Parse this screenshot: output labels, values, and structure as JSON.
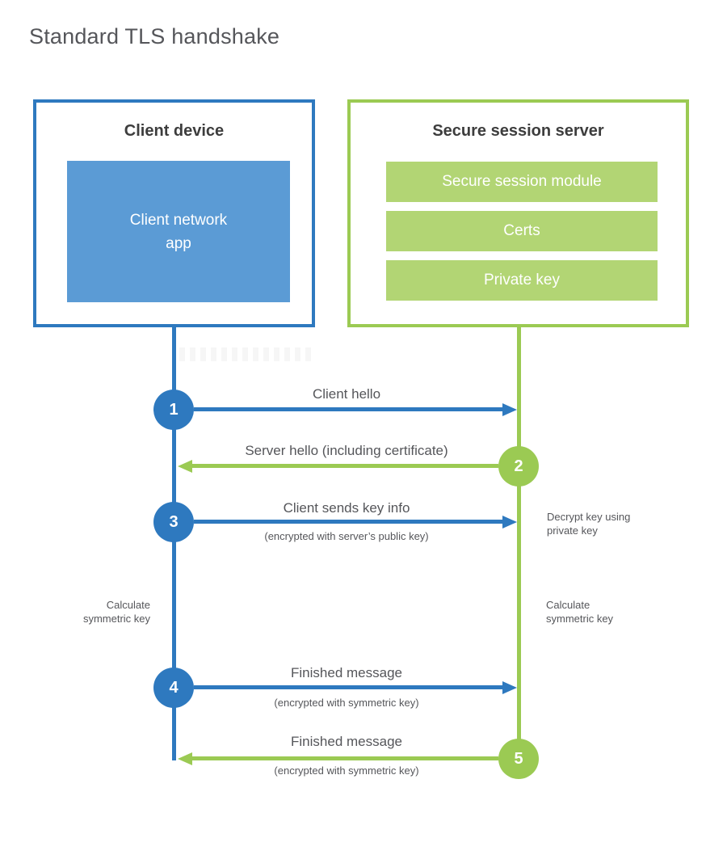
{
  "page": {
    "title": "Standard TLS handshake"
  },
  "colors": {
    "blue_stroke": "#2e79bf",
    "blue_fill": "#5b9bd5",
    "green_stroke": "#9bca53",
    "green_fill": "#b2d574",
    "heading_text": "#3d3d3d",
    "label_text": "#55565a",
    "box_label_text": "#ffffff"
  },
  "client": {
    "title": "Client device",
    "app_label": "Client network\napp"
  },
  "server": {
    "title": "Secure session server",
    "modules": [
      "Secure session module",
      "Certs",
      "Private key"
    ]
  },
  "steps": [
    {
      "number": "1",
      "actor": "client",
      "direction": "right",
      "label": "Client hello",
      "sublabel": ""
    },
    {
      "number": "2",
      "actor": "server",
      "direction": "left",
      "label": "Server hello (including certificate)",
      "sublabel": ""
    },
    {
      "number": "3",
      "actor": "client",
      "direction": "right",
      "label": "Client sends key info",
      "sublabel": "(encrypted with server’s public key)"
    },
    {
      "number": "4",
      "actor": "client",
      "direction": "right",
      "label": "Finished message",
      "sublabel": "(encrypted with symmetric key)"
    },
    {
      "number": "5",
      "actor": "server",
      "direction": "left",
      "label": "Finished message",
      "sublabel": "(encrypted with symmetric key)"
    }
  ],
  "annotations": {
    "decrypt_key": "Decrypt key using\nprivate key",
    "calculate_left": "Calculate\nsymmetric key",
    "calculate_right": "Calculate\nsymmetric key"
  }
}
